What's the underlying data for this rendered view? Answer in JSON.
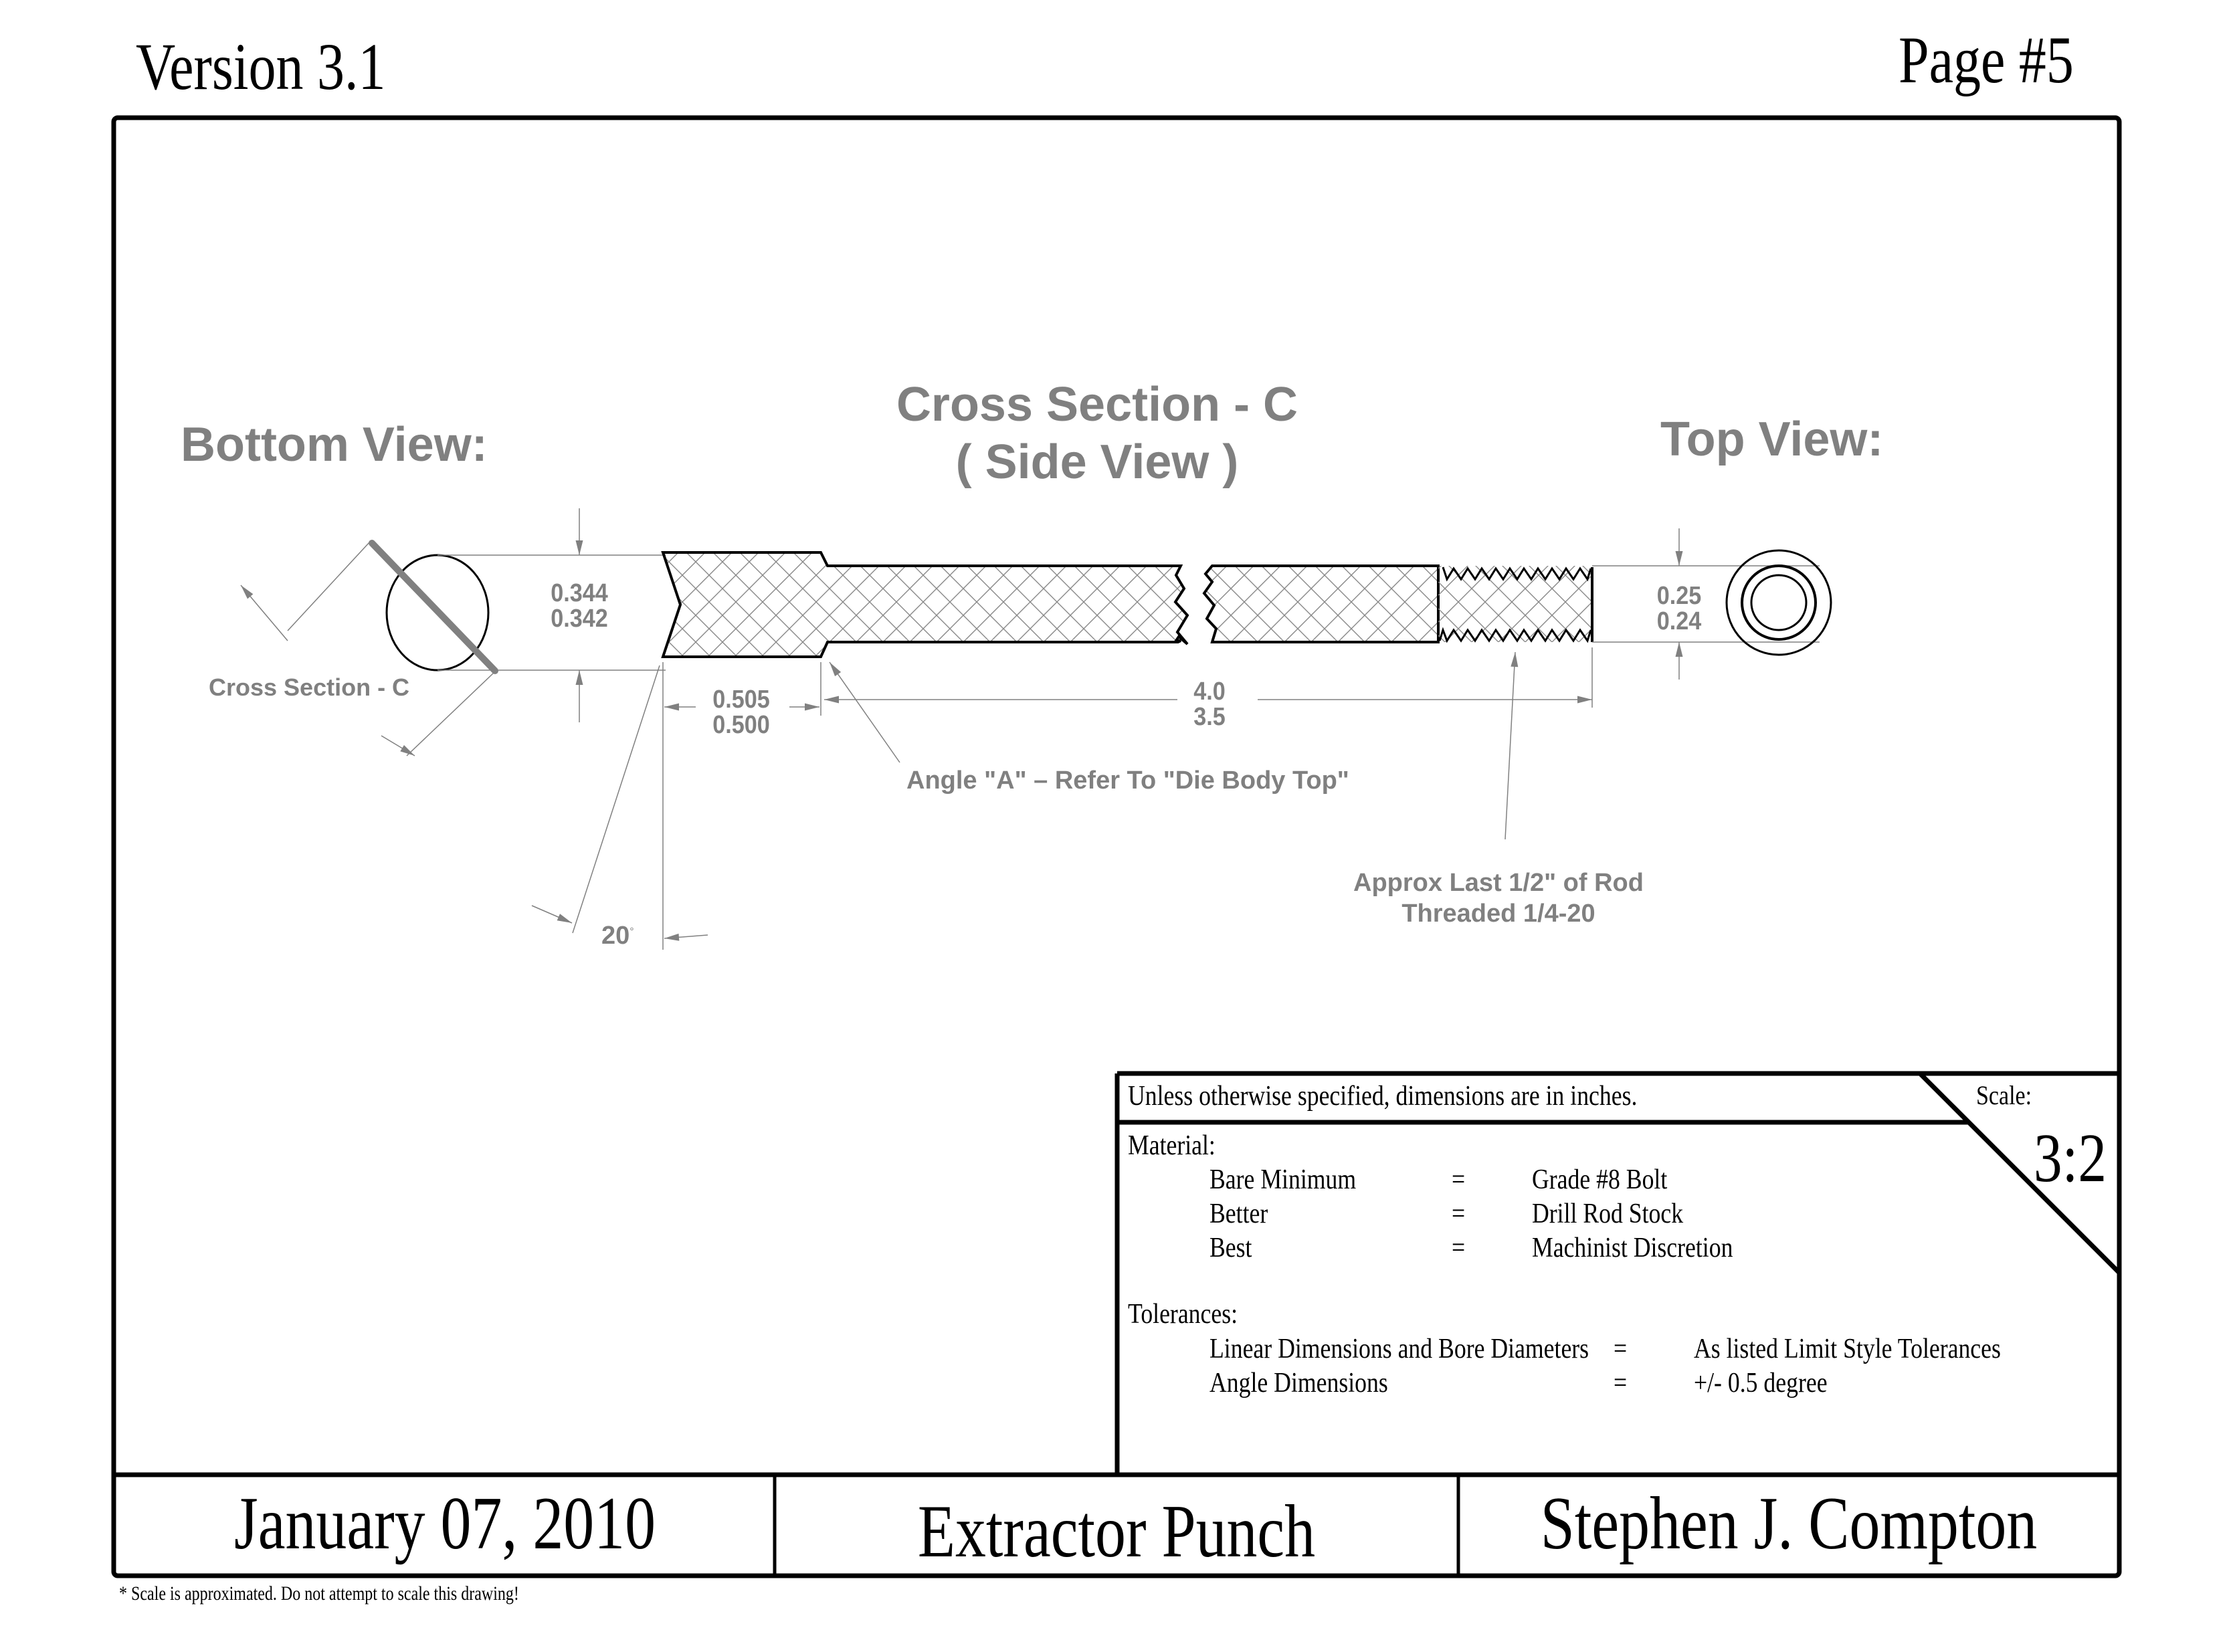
{
  "header": {
    "version": "Version 3.1",
    "page": "Page #5"
  },
  "views": {
    "bottom_view_title": "Bottom View:",
    "side_view_title_line1": "Cross Section - C",
    "side_view_title_line2": "( Side View )",
    "top_view_title": "Top View:",
    "section_label": "Cross Section - C"
  },
  "dimensions": {
    "head_diameter": {
      "max": "0.344",
      "min": "0.342"
    },
    "head_length": {
      "max": "0.505",
      "min": "0.500"
    },
    "shaft_length": {
      "max": "4.0",
      "min": "3.5"
    },
    "thread_diameter": {
      "max": "0.25",
      "min": "0.24"
    },
    "tip_angle": "20",
    "tip_angle_unit": "°"
  },
  "notes": {
    "angle_a": "Angle \"A\"  –  Refer To \"Die Body Top\"",
    "thread_line1": "Approx Last 1/2\" of Rod",
    "thread_line2": "Threaded 1/4-20"
  },
  "title_block": {
    "units_note": "Unless otherwise specified, dimensions are in inches.",
    "scale_label": "Scale:",
    "scale_value": "3:2",
    "material_heading": "Material:",
    "materials": [
      {
        "grade": "Bare Minimum",
        "eq": "=",
        "value": "Grade #8 Bolt"
      },
      {
        "grade": "Better",
        "eq": "=",
        "value": "Drill Rod Stock"
      },
      {
        "grade": "Best",
        "eq": "=",
        "value": "Machinist Discretion"
      }
    ],
    "tolerances_heading": "Tolerances:",
    "tolerances": [
      {
        "item": "Linear Dimensions and Bore Diameters",
        "eq": "=",
        "value": "As listed Limit Style Tolerances"
      },
      {
        "item": "Angle Dimensions",
        "eq": "=",
        "value": "+/- 0.5 degree"
      }
    ]
  },
  "footer": {
    "date": "January 07, 2010",
    "part_name": "Extractor Punch",
    "author": "Stephen J. Compton",
    "disclaimer": "* Scale is approximated.  Do not attempt to scale this drawing!"
  },
  "colors": {
    "annotation_gray": "#808080",
    "line_black": "#000000"
  }
}
